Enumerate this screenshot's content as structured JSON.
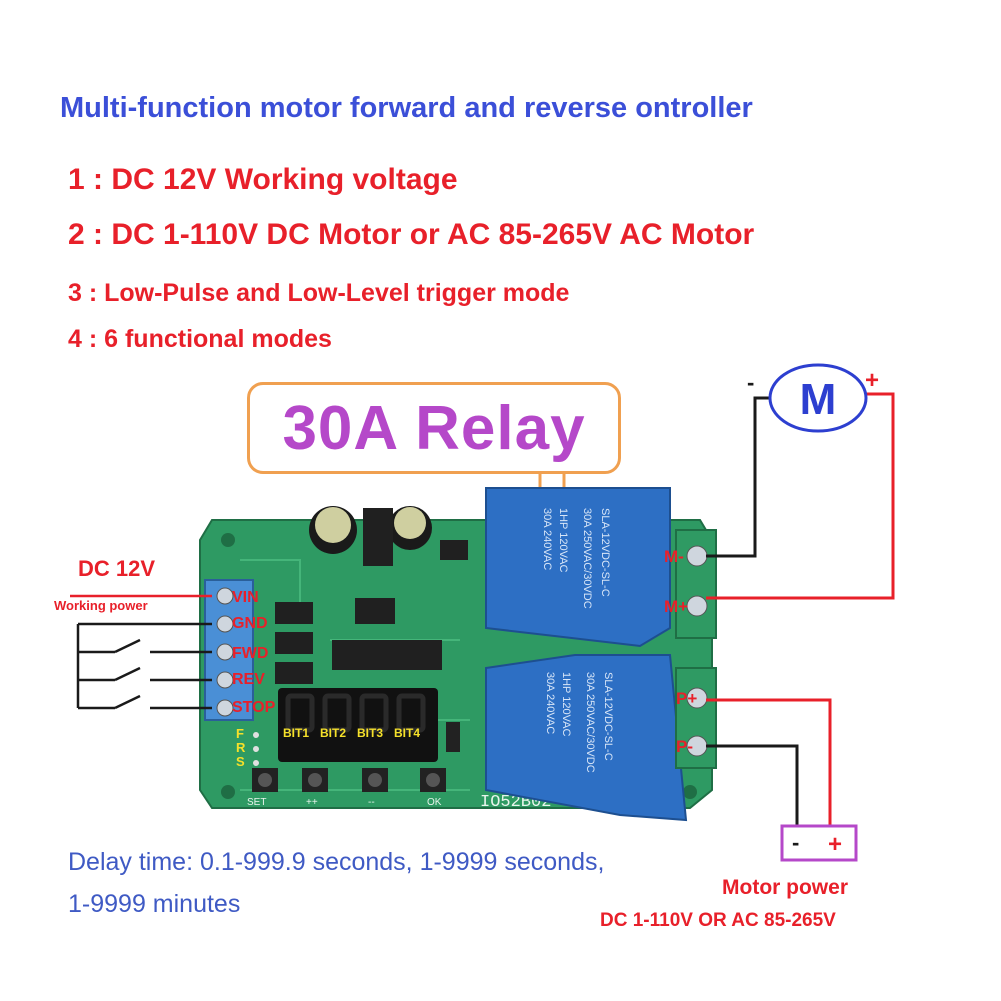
{
  "title": "Multi-function motor forward and reverse ontroller",
  "features": [
    "1 : DC 12V  Working voltage",
    "2 : DC 1-110V DC Motor or AC 85-265V AC Motor",
    "3 : Low-Pulse and Low-Level trigger mode",
    "4 : 6 functional modes"
  ],
  "callout": "30A  Relay",
  "power_input": {
    "label": "DC 12V",
    "sublabel": "Working power"
  },
  "terminals_left": [
    "VIN",
    "GND",
    "FWD",
    "REV",
    "STOP"
  ],
  "terminals_right": [
    "M-",
    "M+",
    "P+",
    "P-"
  ],
  "display": {
    "digits": [
      "BIT1",
      "BIT2",
      "BIT3",
      "BIT4"
    ],
    "leds": [
      "F",
      "R",
      "S"
    ]
  },
  "buttons": [
    "SET",
    "++",
    "--",
    "OK"
  ],
  "board_id": "IO52B02",
  "relay_text": [
    "SLA-12VDC-SL-C",
    "30A 250VAC/30VDC",
    "1HP 120VAC",
    "30A 240VAC"
  ],
  "motor": {
    "symbol": "M",
    "minus": "-",
    "plus": "+"
  },
  "supply_box": {
    "minus": "-",
    "plus": "+"
  },
  "delay_lines": [
    "Delay time: 0.1-999.9 seconds, 1-9999 seconds,",
    "1-9999 minutes"
  ],
  "motor_power": {
    "label": "Motor power",
    "spec": "DC 1-110V OR AC 85-265V"
  },
  "colors": {
    "title": "#3b4fd8",
    "feature": "#e8202a",
    "callout": "#b548c9",
    "board": "#2e9a63",
    "relay": "#2d6fc4",
    "terminal": "#4a8fd6",
    "wire_red": "#e8202a"
  }
}
